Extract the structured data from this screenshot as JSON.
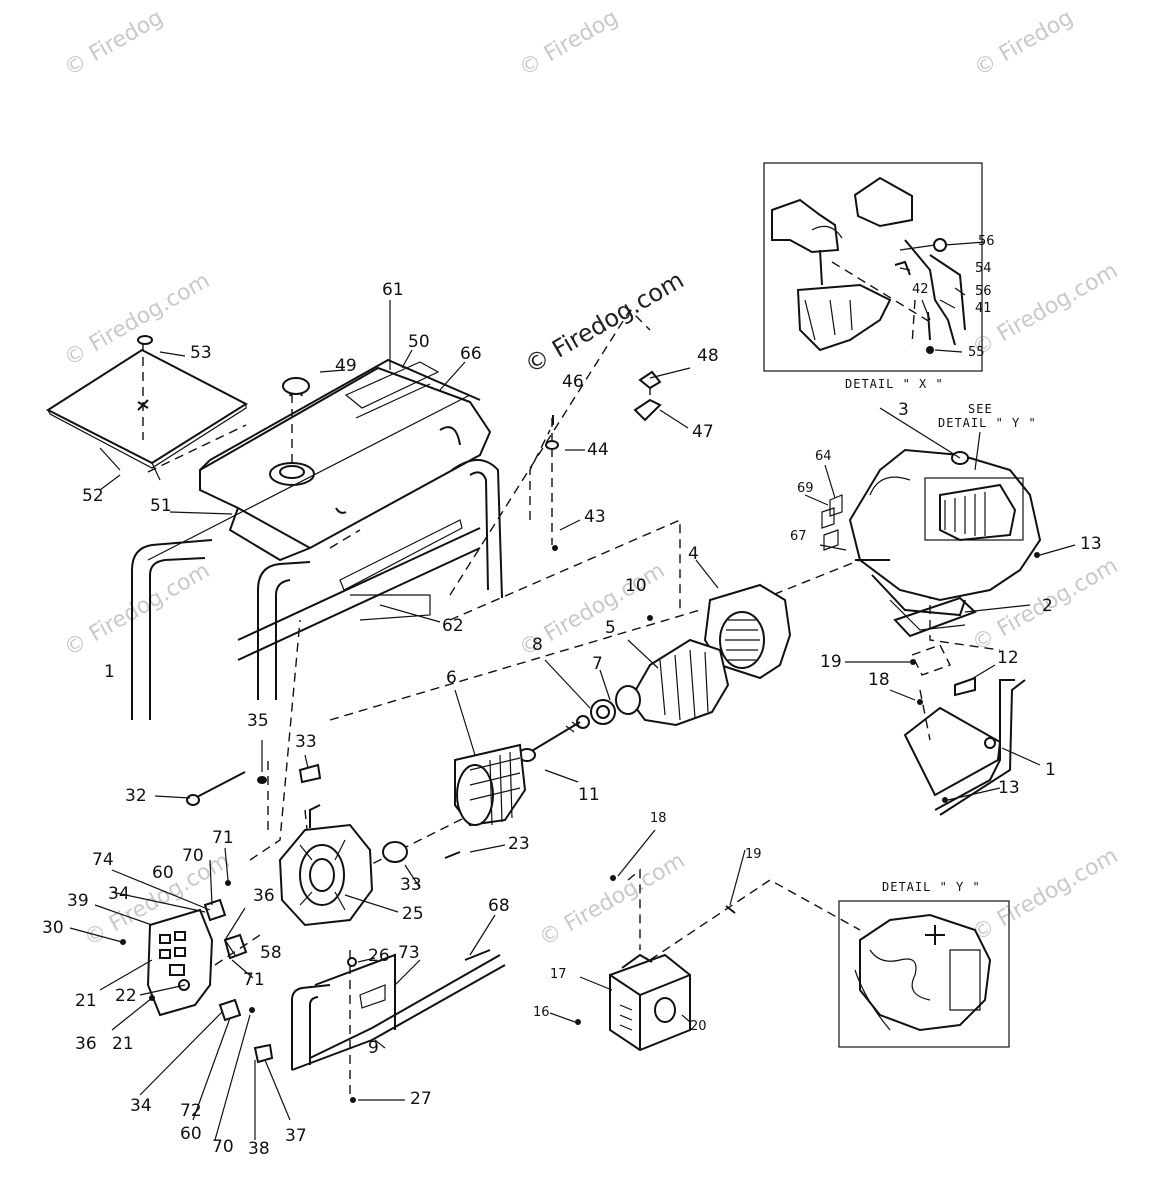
{
  "watermark": {
    "corner_text": "© Firedog",
    "center_text": "© Firedog.com",
    "diag_text": "© Firedog.com"
  },
  "details": {
    "x_title": "DETAIL  \" X \"",
    "y_title": "DETAIL  \" Y \"",
    "see_line1": "SEE",
    "see_line2": "DETAIL  \" Y \""
  },
  "parts": {
    "p1a": "1",
    "p1b": "1",
    "p2": "2",
    "p3": "3",
    "p4": "4",
    "p5": "5",
    "p6": "6",
    "p7": "7",
    "p8": "8",
    "p9": "9",
    "p10": "10",
    "p11": "11",
    "p12": "12",
    "p13a": "13",
    "p13b": "13",
    "p16": "16",
    "p17": "17",
    "p18a": "18",
    "p18b": "18",
    "p19a": "19",
    "p19b": "19",
    "p20": "20",
    "p21a": "21",
    "p21b": "21",
    "p22": "22",
    "p23": "23",
    "p25": "25",
    "p26": "26",
    "p27": "27",
    "p30": "30",
    "p32": "32",
    "p33a": "33",
    "p33b": "33",
    "p34a": "34",
    "p34b": "34",
    "p35": "35",
    "p36a": "36",
    "p36b": "36",
    "p37": "37",
    "p38": "38",
    "p39": "39",
    "p41": "41",
    "p42": "42",
    "p43": "43",
    "p44": "44",
    "p46": "46",
    "p47": "47",
    "p48": "48",
    "p49": "49",
    "p50": "50",
    "p51": "51",
    "p52": "52",
    "p53": "53",
    "p54": "54",
    "p55": "55",
    "p56a": "56",
    "p56b": "56",
    "p58": "58",
    "p60a": "60",
    "p60b": "60",
    "p61": "61",
    "p62": "62",
    "p64": "64",
    "p66": "66",
    "p67": "67",
    "p68": "68",
    "p69": "69",
    "p70a": "70",
    "p70b": "70",
    "p71a": "71",
    "p71b": "71",
    "p72": "72",
    "p73": "73",
    "p74": "74"
  }
}
